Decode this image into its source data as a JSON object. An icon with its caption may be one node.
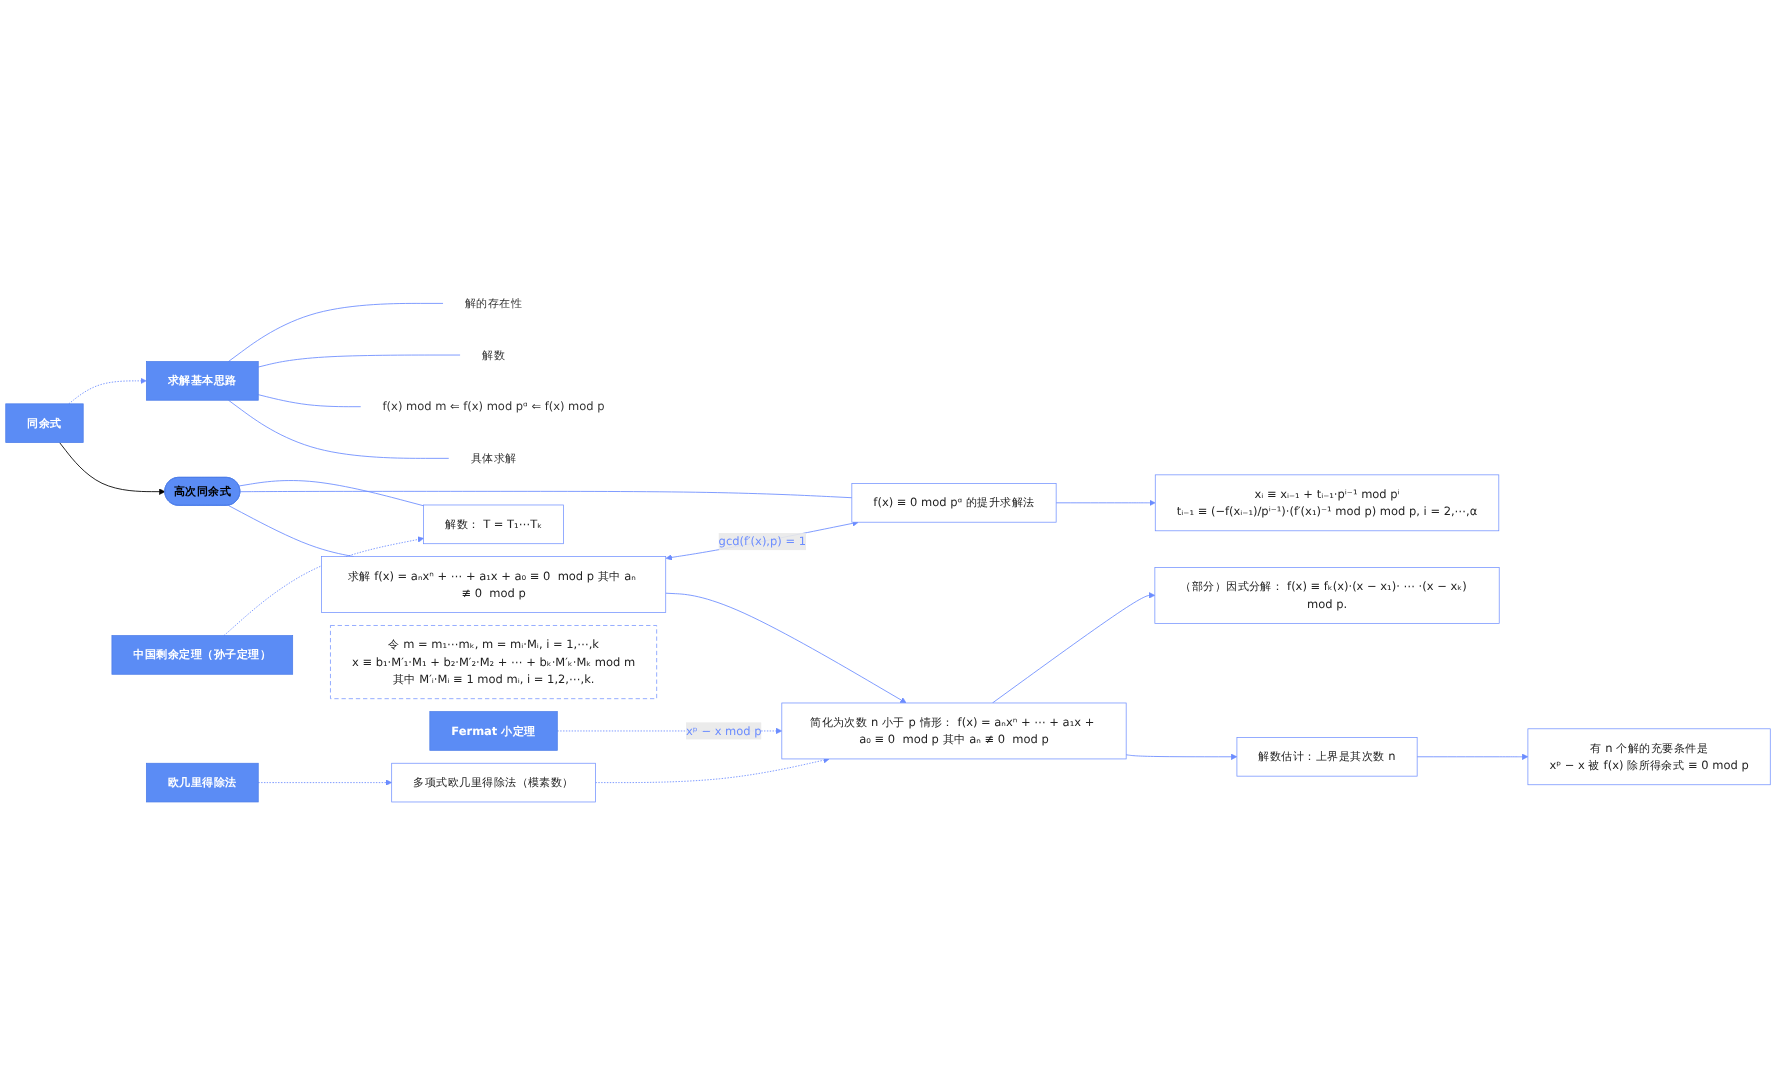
{
  "diagram": {
    "nodes": [
      {
        "text": [
          "求解基本思路"
        ]
      },
      {
        "text": [
          "解的存在性"
        ]
      },
      {
        "text": [
          "解数"
        ]
      },
      {
        "text": [
          "f(x)  mod m ⇐ f(x)  mod pᵅ ⇐ f(x)  mod p"
        ]
      },
      {
        "text": [
          "具体求解"
        ]
      },
      {
        "text": [
          "同余式"
        ]
      },
      {
        "text": [
          "高次同余式"
        ]
      },
      {
        "text": [
          "中国剩余定理（孙子定理）"
        ]
      },
      {
        "text": [
          "令 m = m₁⋯mₖ, m = mᵢ·Mᵢ, i = 1,⋯,k",
          "x ≡ b₁·M′₁·M₁ + b₂·M′₂·M₂ + ⋯ + bₖ·M′ₖ·Mₖ  mod m",
          "其中 M′ᵢ·Mᵢ ≡ 1  mod mᵢ, i = 1,2,⋯,k."
        ]
      },
      {
        "text": [
          "解数： T = T₁⋯Tₖ"
        ]
      },
      {
        "text": [
          "f(x) ≡ 0  mod pᵅ 的提升求解法"
        ]
      },
      {
        "text": [
          "xᵢ ≡ xᵢ₋₁ + tᵢ₋₁·pⁱ⁻¹  mod pⁱ",
          "tᵢ₋₁ ≡ (−f(xᵢ₋₁)/pⁱ⁻¹)·(f′(x₁)⁻¹  mod p)  mod p, i = 2,⋯,α"
        ]
      },
      {
        "text": [
          "求解 f(x) = aₙxⁿ + ⋯ + a₁x + a₀ ≡ 0  mod p 其中 aₙ ≢ 0  mod p"
        ]
      },
      {
        "text": [
          "欧几里得除法"
        ]
      },
      {
        "text": [
          "多项式欧几里得除法（模素数）"
        ]
      },
      {
        "text": [
          "Fermat 小定理"
        ]
      },
      {
        "text": [
          "简化为次数 n 小于 p 情形： f(x) = aₙxⁿ + ⋯ + a₁x + a₀ ≡ 0  mod p 其中 aₙ ≢ 0  mod p"
        ]
      },
      {
        "text": [
          "（部分）因式分解： f(x) ≡ fₖ(x)·(x − x₁)· ⋯ ·(x − xₖ)  mod p."
        ]
      },
      {
        "text": [
          "解数估计：上界是其次数 n"
        ]
      },
      {
        "text": [
          "有 n 个解的充要条件是",
          "xᵖ − x 被 f(x) 除所得余式 ≡ 0  mod p"
        ]
      }
    ],
    "edges": [
      {
        "from": 0,
        "to": 1,
        "arrow": "none"
      },
      {
        "from": 0,
        "to": 2,
        "arrow": "none"
      },
      {
        "from": 0,
        "to": 3,
        "arrow": "none"
      },
      {
        "from": 0,
        "to": 4,
        "arrow": "none"
      },
      {
        "from": 5,
        "to": 0,
        "arrow": "to",
        "style": "dashed"
      },
      {
        "from": 5,
        "to": 6,
        "arrow": "to",
        "color": "#000000"
      },
      {
        "from": 7,
        "to": 9,
        "arrow": "to",
        "style": "dashed"
      },
      {
        "from": 6,
        "to": 9,
        "arrow": "none"
      },
      {
        "from": 6,
        "to": 10,
        "arrow": "none"
      },
      {
        "from": 6,
        "to": 12,
        "arrow": "none"
      },
      {
        "from": 10,
        "to": 11,
        "arrow": "to"
      },
      {
        "from": 12,
        "to": 10,
        "arrow": "both",
        "label": "gcd(f′(x),p) = 1"
      },
      {
        "from": 13,
        "to": 14,
        "arrow": "to",
        "style": "dashed"
      },
      {
        "from": 14,
        "to": 16,
        "arrow": "to",
        "style": "dashed"
      },
      {
        "from": 15,
        "to": 16,
        "arrow": "to",
        "style": "dashed",
        "label": "xᵖ − x  mod p"
      },
      {
        "from": 12,
        "to": 16,
        "arrow": "to"
      },
      {
        "from": 16,
        "to": 17,
        "arrow": "to"
      },
      {
        "from": 16,
        "to": 18,
        "arrow": "to"
      },
      {
        "from": 18,
        "to": 19,
        "arrow": "to"
      }
    ]
  }
}
